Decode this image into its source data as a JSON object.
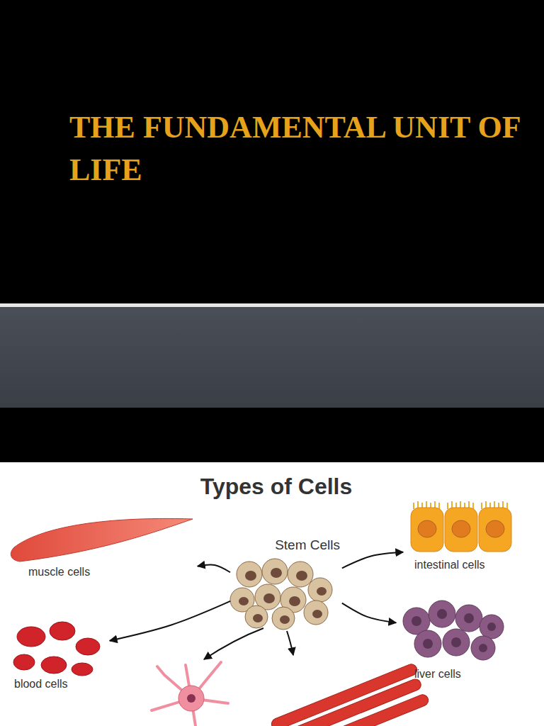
{
  "diagram": {
    "title": "THE FUNDAMENTAL UNIT OF LIFE",
    "nodes": [
      {
        "text": [
          "Stem Cells"
        ]
      },
      {
        "text": [
          "muscle cells"
        ]
      },
      {
        "text": [
          "intestinal cells"
        ]
      },
      {
        "text": [
          "blood cells"
        ]
      },
      {
        "text": [
          "liver cells"
        ]
      }
    ],
    "edges": [
      {
        "from": 0,
        "to": 1,
        "arrow": "to"
      },
      {
        "from": 0,
        "to": 2,
        "arrow": "to"
      },
      {
        "from": 0,
        "to": 3,
        "arrow": "to"
      },
      {
        "from": 0,
        "to": 4,
        "arrow": "to"
      }
    ],
    "labels": [
      "Types of Cells"
    ]
  }
}
